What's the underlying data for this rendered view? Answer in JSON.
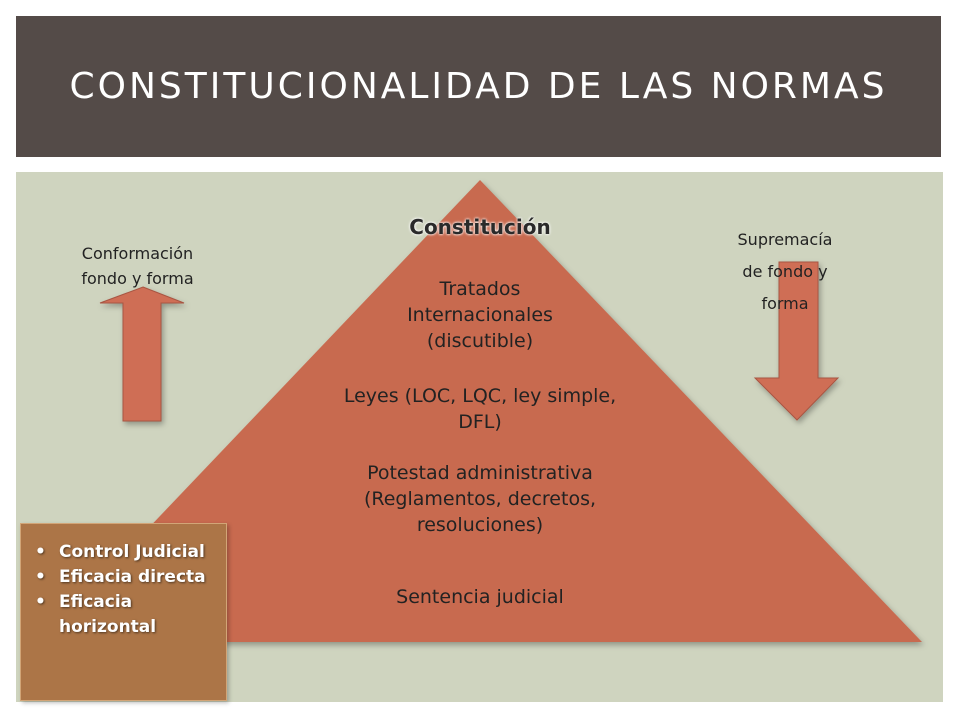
{
  "title": "Constitucionalidad de las normas",
  "colors": {
    "title_bg": "#544b48",
    "content_bg": "#cfd4bf",
    "pyramid": "#c86a50",
    "arrow": "#cf6e55",
    "box": "#ac7547"
  },
  "pyramid": {
    "top": "Constitución",
    "levels": [
      {
        "lines": [
          "Tratados",
          "Internacionales",
          "(discutible)"
        ]
      },
      {
        "lines": [
          "Leyes (LOC, LQC, ley simple,",
          "DFL)"
        ]
      },
      {
        "lines": [
          "Potestad administrativa",
          "(Reglamentos, decretos,",
          "resoluciones)"
        ]
      },
      {
        "lines": [
          "Sentencia judicial"
        ]
      }
    ]
  },
  "left_label": [
    "Conformación",
    "fondo y forma"
  ],
  "right_label": [
    "Supremacía",
    "de fondo y",
    "forma"
  ],
  "arrows": {
    "left": "up-arrow",
    "right": "down-arrow"
  },
  "control_box": {
    "bullet": "•",
    "items": [
      "Control Judicial",
      "Eficacia directa",
      "Eficacia horizontal"
    ]
  }
}
